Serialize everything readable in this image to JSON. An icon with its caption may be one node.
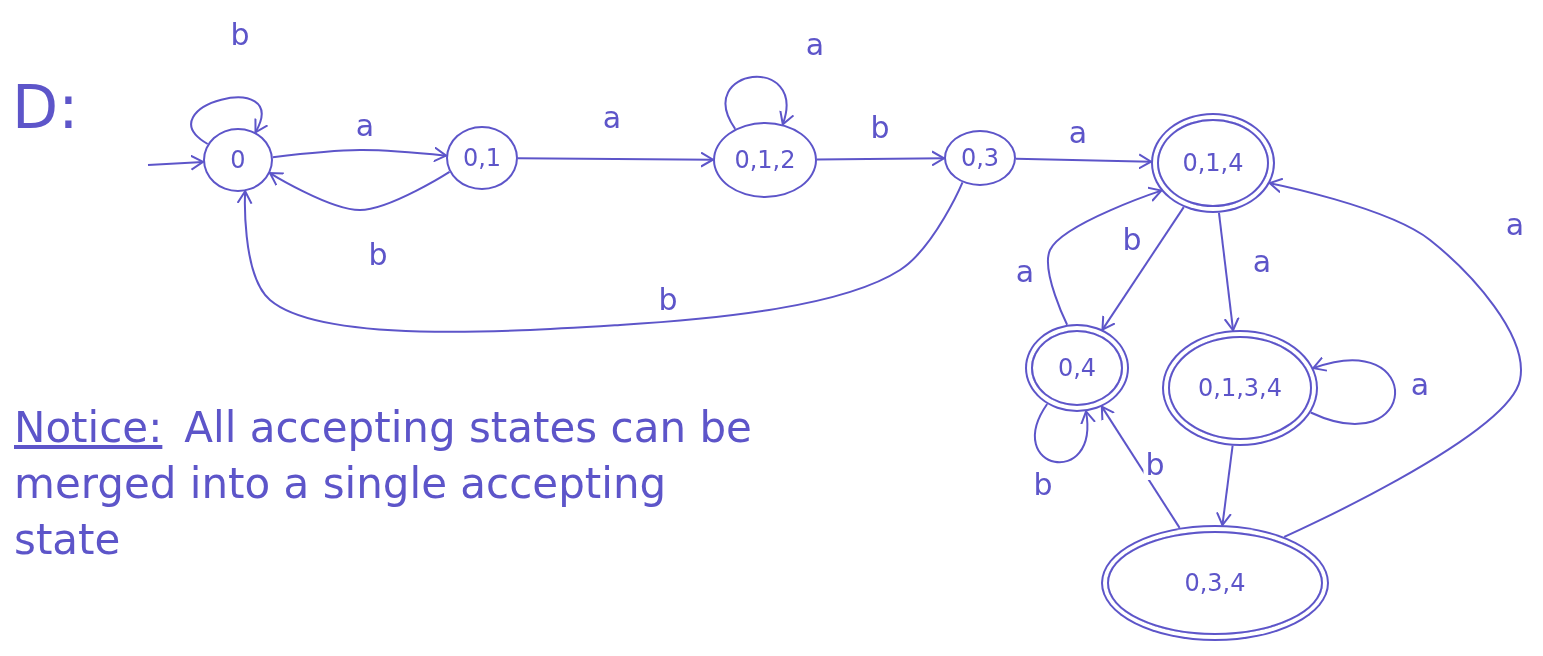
{
  "diagram": {
    "title": "D:",
    "nodes": [
      {
        "text": [
          "0"
        ]
      },
      {
        "text": [
          "0,1"
        ]
      },
      {
        "text": [
          "0,1,2"
        ]
      },
      {
        "text": [
          "0,3"
        ]
      },
      {
        "text": [
          "0,1,4"
        ]
      },
      {
        "text": [
          "0,4"
        ]
      },
      {
        "text": [
          "0,1,3,4"
        ]
      },
      {
        "text": [
          "0,3,4"
        ]
      }
    ],
    "edges": [
      {
        "from": null,
        "to": 0,
        "arrow": "to"
      },
      {
        "from": 0,
        "to": 0,
        "label": "b",
        "arrow": "to"
      },
      {
        "from": 0,
        "to": 1,
        "label": "a",
        "arrow": "to"
      },
      {
        "from": 1,
        "to": 0,
        "label": "b",
        "arrow": "to"
      },
      {
        "from": 1,
        "to": 2,
        "label": "a",
        "arrow": "to"
      },
      {
        "from": 2,
        "to": 2,
        "label": "a",
        "arrow": "to"
      },
      {
        "from": 2,
        "to": 3,
        "label": "b",
        "arrow": "to"
      },
      {
        "from": 3,
        "to": 4,
        "label": "a",
        "arrow": "to"
      },
      {
        "from": 3,
        "to": 0,
        "label": "b",
        "arrow": "to"
      },
      {
        "from": 4,
        "to": 5,
        "label": "b",
        "arrow": "to"
      },
      {
        "from": 5,
        "to": 4,
        "label": "a",
        "arrow": "to"
      },
      {
        "from": 4,
        "to": 6,
        "label": "a",
        "arrow": "to"
      },
      {
        "from": 6,
        "to": 6,
        "label": "a",
        "arrow": "to"
      },
      {
        "from": 5,
        "to": 5,
        "label": "b",
        "arrow": "to"
      },
      {
        "from": 6,
        "to": 7,
        "arrow": "to"
      },
      {
        "from": 7,
        "to": 5,
        "label": "b",
        "arrow": "to"
      },
      {
        "from": 7,
        "to": 4,
        "label": "a",
        "arrow": "to"
      }
    ],
    "labels": [
      "Notice:",
      "All accepting states can be merged into a single accepting state"
    ]
  }
}
